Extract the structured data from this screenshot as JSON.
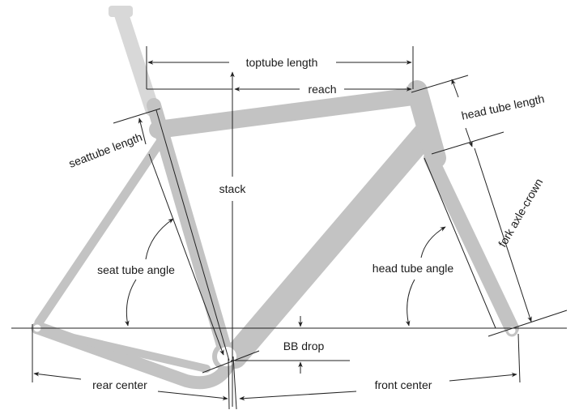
{
  "labels": {
    "toptube_length": "toptube length",
    "reach": "reach",
    "stack": "stack",
    "seattube_length": "seattube length",
    "head_tube_length": "head tube length",
    "fork_axle_crown": "fork axle-crown",
    "seat_tube_angle": "seat tube angle",
    "head_tube_angle": "head tube angle",
    "bb_drop": "BB drop",
    "rear_center": "rear center",
    "front_center": "front center"
  },
  "colors": {
    "frame": "#c3c3c3",
    "seatpost": "#d8d8d8",
    "lines": "#222222"
  }
}
